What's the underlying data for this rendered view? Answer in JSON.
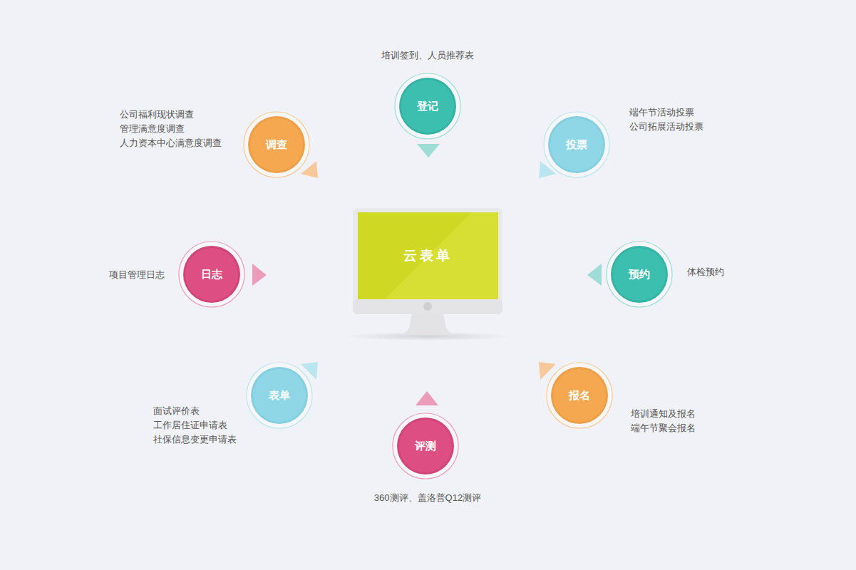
{
  "diagram": {
    "nodes": [
      {
        "text": [
          "登记"
        ]
      },
      {
        "text": [
          "调查"
        ]
      },
      {
        "text": [
          "投票"
        ]
      },
      {
        "text": [
          "云表单"
        ]
      },
      {
        "text": [
          "日志"
        ]
      },
      {
        "text": [
          "预约"
        ]
      },
      {
        "text": [
          "表单"
        ]
      },
      {
        "text": [
          "报名"
        ]
      },
      {
        "text": [
          "评测"
        ]
      }
    ],
    "labels": [
      "培训签到、人员推荐表",
      "公司福利现状调查",
      "管理满意度调查",
      "人力资本中心满意度调查",
      "端午节活动投票",
      "公司拓展活动投票",
      "项目管理日志",
      "体检预约",
      "面试评价表",
      "工作居住证申请表",
      "社保信息变更申请表",
      "培训通知及报名",
      "端午节聚会报名",
      "360测评、盖洛普Q12测评"
    ]
  }
}
